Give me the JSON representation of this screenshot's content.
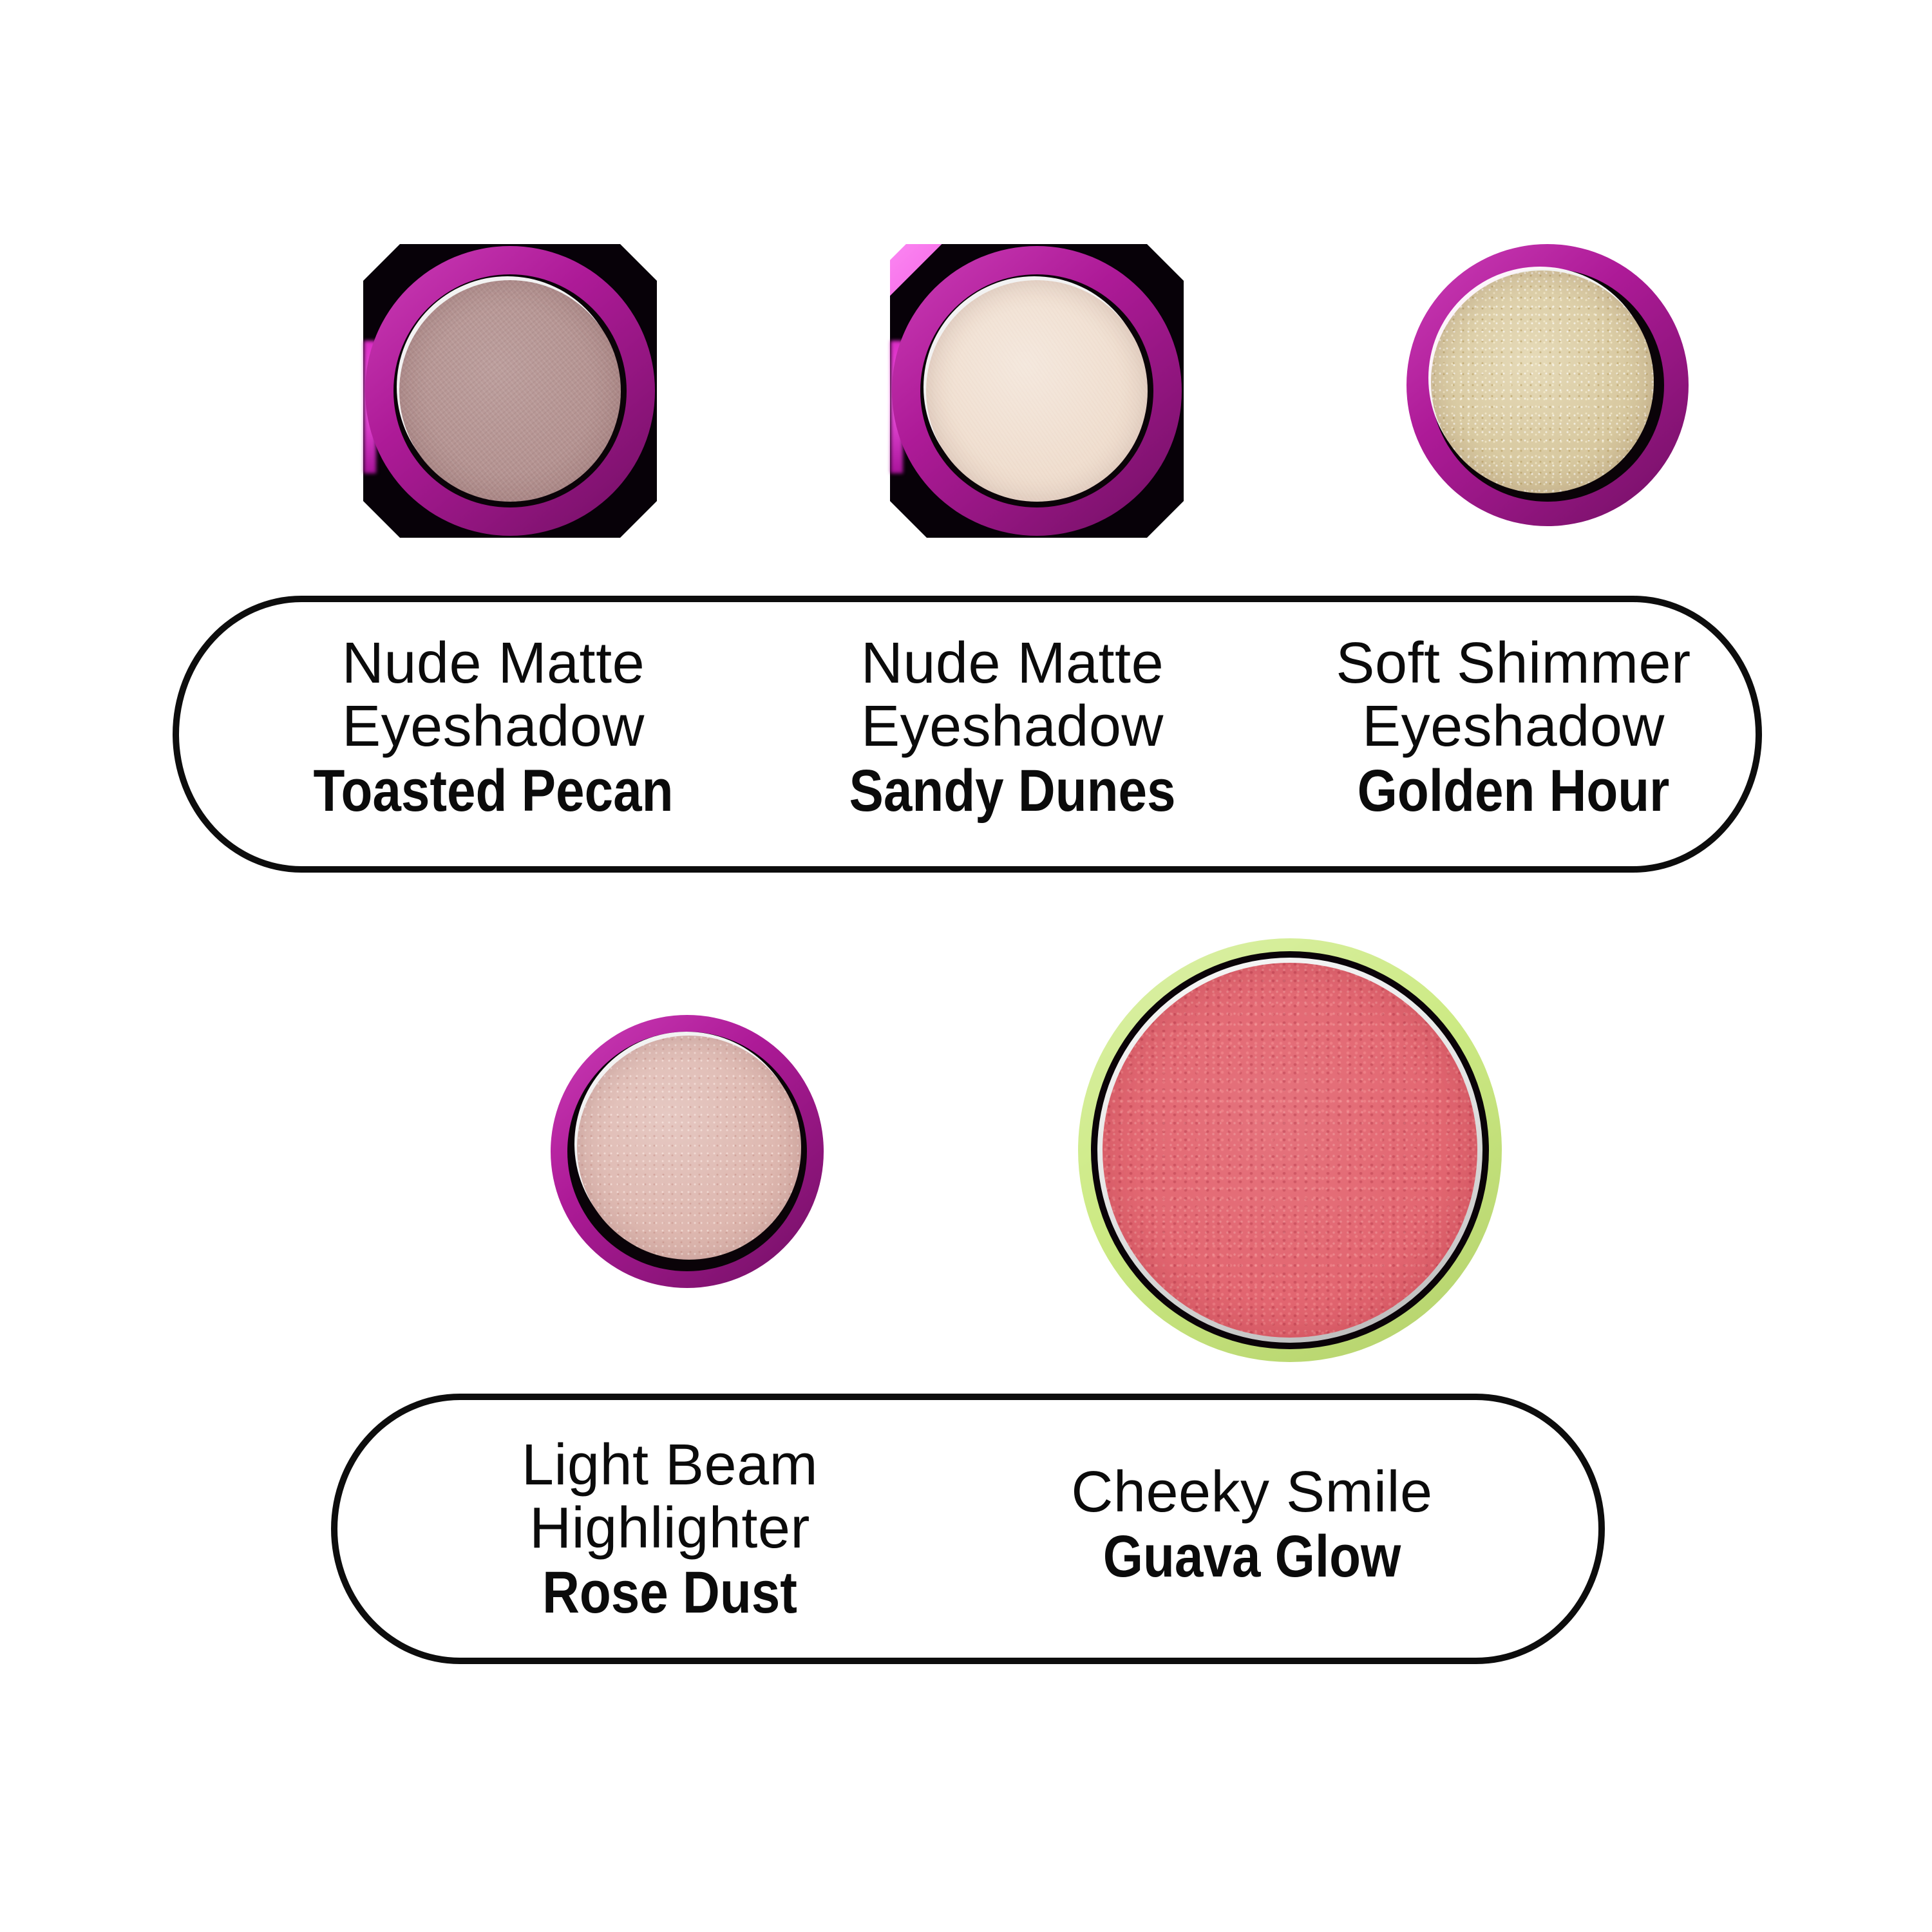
{
  "palette": {
    "background": "#ffffff",
    "pill_border": "#0d0d0d",
    "text": "#0b0b0b",
    "purple": "#9a1286",
    "purple_bright": "#bb27a6",
    "purple_dark": "#650858",
    "pink_glow": "#f565e5",
    "ring_black": "#0a0308",
    "green_ring": "#cdea84",
    "silver_ring": "#e6e6e6"
  },
  "products": [
    {
      "id": "nude-matte-eyeshadow-toasted-pecan",
      "container": "square-purple-palette",
      "name_line1": "Nude Matte",
      "name_line2": "Eyeshadow",
      "shade": "Toasted Pecan",
      "pan_color": "#b3918f"
    },
    {
      "id": "nude-matte-eyeshadow-sandy-dunes",
      "container": "square-purple-palette",
      "name_line1": "Nude Matte",
      "name_line2": "Eyeshadow",
      "shade": "Sandy Dunes",
      "pan_color": "#f0dfd0"
    },
    {
      "id": "soft-shimmer-eyeshadow-golden-hour",
      "container": "round-purple-palette",
      "name_line1": "Soft Shimmer",
      "name_line2": "Eyeshadow",
      "shade": "Golden Hour",
      "pan_color": "#d5c59b"
    },
    {
      "id": "light-beam-highlighter-rose-dust",
      "container": "round-purple-palette",
      "name_line1": "Light Beam",
      "name_line2": "Highlighter",
      "shade": "Rose Dust",
      "pan_color": "#ddb6ae"
    },
    {
      "id": "cheeky-smile-guava-glow",
      "container": "round-green-palette",
      "name_line1": "Cheeky Smile",
      "shade": "Guava Glow",
      "pan_color": "#e2636e"
    }
  ]
}
